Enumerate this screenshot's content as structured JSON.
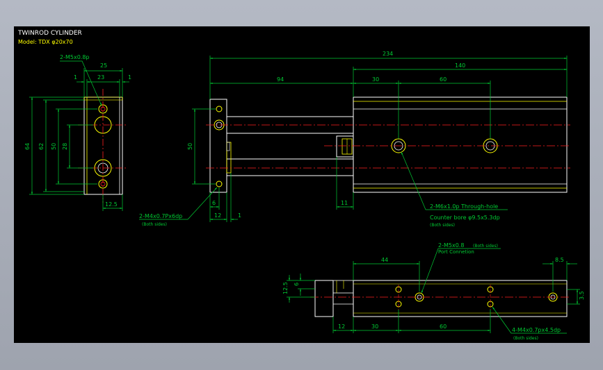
{
  "title": "TWINROD CYLINDER",
  "model": "Model: TDX φ20x70",
  "colors": {
    "background": "#000000",
    "outline": "#ffffff",
    "dimension": "#00cc33",
    "centerline": "#ff2020",
    "yellow": "#ffff00",
    "text": "#ffffff"
  },
  "dims": {
    "d25": "25",
    "d23": "23",
    "d1a": "1",
    "d1b": "1",
    "d64": "64",
    "d62": "62",
    "d50": "50",
    "d28": "28",
    "d12_5": "12.5",
    "d234": "234",
    "d94": "94",
    "d140": "140",
    "d30": "30",
    "d60": "60",
    "d50s": "50",
    "d6": "6",
    "d12": "12",
    "d1c": "1",
    "d11": "11",
    "b44": "44",
    "b8_5": "8.5",
    "b12_5": "12.5",
    "b6": "6",
    "b3_5": "3.5",
    "b12": "12",
    "b30": "30",
    "b60": "60"
  },
  "notes": {
    "m5_top": "2-M5x0.8p",
    "m4_left": "2-M4x0.7Px6dp",
    "m4_left_sub": "(Both sides)",
    "m6": "2-M6x1.0p Through-hole",
    "m6_cb": "Counter bore φ9.5x5.3dp",
    "m6_sub": "(Both sides)",
    "m5_bottom": "2-M5x0.8",
    "m5_bottom_sub": "(Both sides)",
    "port": "Port Connetion",
    "m4_bottom": "4-M4x0.7px4.5dp",
    "m4_bottom_sub": "(Both sides)"
  }
}
